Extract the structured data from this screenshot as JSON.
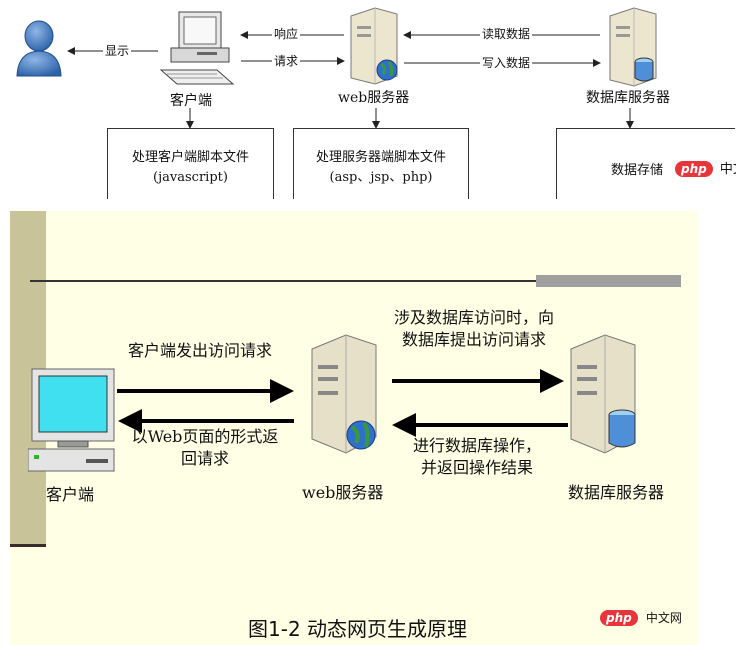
{
  "top": {
    "client_name": "客户端",
    "web_name": "web服务器",
    "db_name": "数据库服务器",
    "arrow_display": "显示",
    "arrow_response": "响应",
    "arrow_request": "请求",
    "arrow_read": "读取数据",
    "arrow_write": "写入数据",
    "box_client_line1": "处理客户端脚本文件",
    "box_client_line2": "(javascript)",
    "box_server_line1": "处理服务器端脚本文件",
    "box_server_line2": "(asp、jsp、php)",
    "box_db_text": "数据存储",
    "watermark_php": "php",
    "watermark_cn": "中文"
  },
  "slide": {
    "arrow1_label": "客户端发出访问请求",
    "arrow2_label_line1": "以Web页面的形式返",
    "arrow2_label_line2": "回请求",
    "arrow3_label_line1": "涉及数据库访问时，向",
    "arrow3_label_line2": "数据库提出访问请求",
    "arrow4_label_line1": "进行数据库操作，",
    "arrow4_label_line2": "并返回操作结果",
    "client_name": "客户端",
    "web_name": "web服务器",
    "db_name": "数据库服务器",
    "caption": "图1-2 动态网页生成原理",
    "watermark_php": "php",
    "watermark_cn": "中文网"
  },
  "colors": {
    "slide_bg": "#ffffe6",
    "left_bar": "#c9c39a",
    "stripe": "#a0a0a0",
    "server_body": "#e6e0c9",
    "monitor_screen": "#40e0f0",
    "db_cylinder": "#4f8fd8",
    "globe": "#2f6fd0",
    "php_red": "#e8353b"
  }
}
